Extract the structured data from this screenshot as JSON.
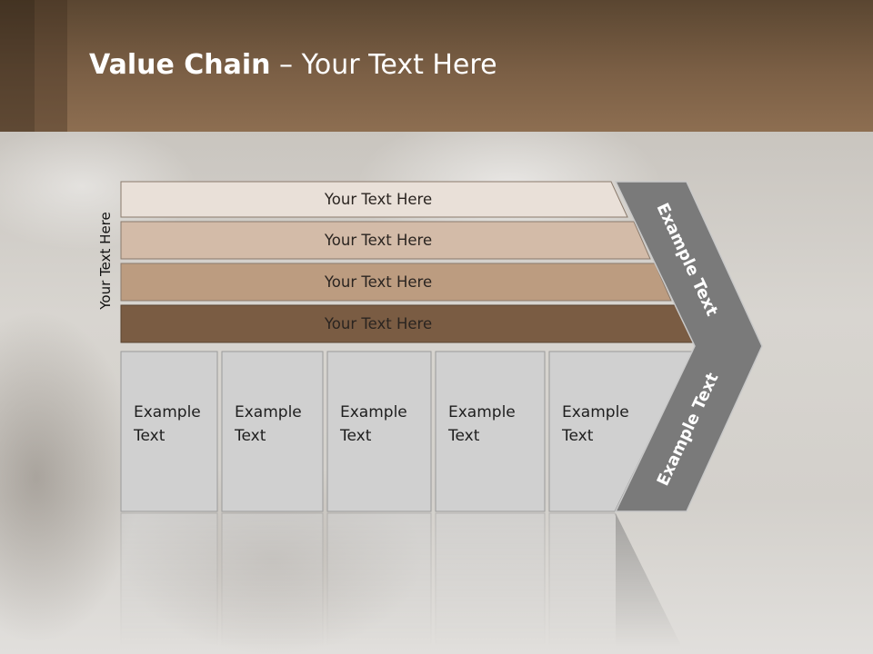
{
  "title": {
    "bold": "Value Chain",
    "rest": " – Your Text Here"
  },
  "side_label": "Your Text Here",
  "rows": [
    {
      "label": "Your Text Here",
      "fill": "#e9e0d8"
    },
    {
      "label": "Your Text Here",
      "fill": "#d3bba8"
    },
    {
      "label": "Your Text Here",
      "fill": "#bc9c80"
    },
    {
      "label": "Your Text Here",
      "fill": "#7a5c43"
    }
  ],
  "boxes": [
    {
      "line1": "Example",
      "line2": "Text"
    },
    {
      "line1": "Example",
      "line2": "Text"
    },
    {
      "line1": "Example",
      "line2": "Text"
    },
    {
      "line1": "Example",
      "line2": "Text"
    },
    {
      "line1": "Example",
      "line2": "Text"
    }
  ],
  "chevron": {
    "top_label": "Example Text",
    "bottom_label": "Example Text",
    "fill": "#7a7a7a"
  },
  "colors": {
    "header": "#7b5f45",
    "box_fill": "#d0d0d0"
  }
}
